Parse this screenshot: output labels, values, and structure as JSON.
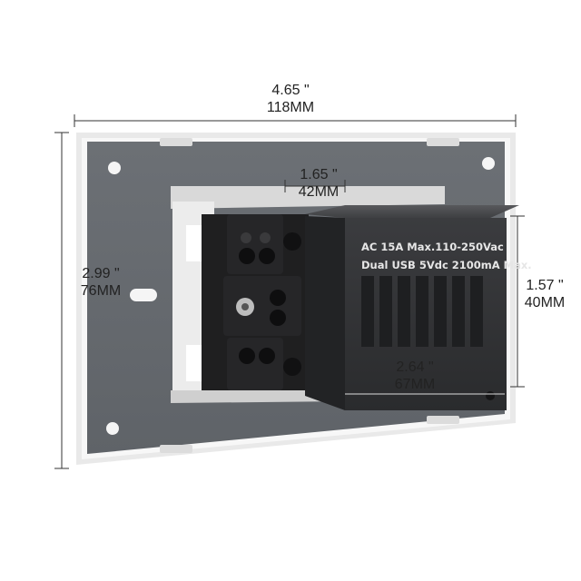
{
  "dimensions": {
    "overall_width": {
      "inches": "4.65 \"",
      "mm": "118MM"
    },
    "overall_height": {
      "inches": "2.99 \"",
      "mm": "76MM"
    },
    "module_width": {
      "inches": "1.65 \"",
      "mm": "42MM"
    },
    "module_depth": {
      "inches": "1.57 \"",
      "mm": "40MM"
    },
    "module_length": {
      "inches": "2.64 \"",
      "mm": "67MM"
    }
  },
  "module_label": {
    "line1": "AC 15A Max.110-250Vac",
    "line2": "Dual USB 5Vdc 2100mA Max."
  },
  "colors": {
    "frame": "#f2f2f2",
    "plate": "#6f7378",
    "module": "#2e2f31",
    "terminal": "#1c1c1d",
    "dimension_line": "#333333"
  }
}
